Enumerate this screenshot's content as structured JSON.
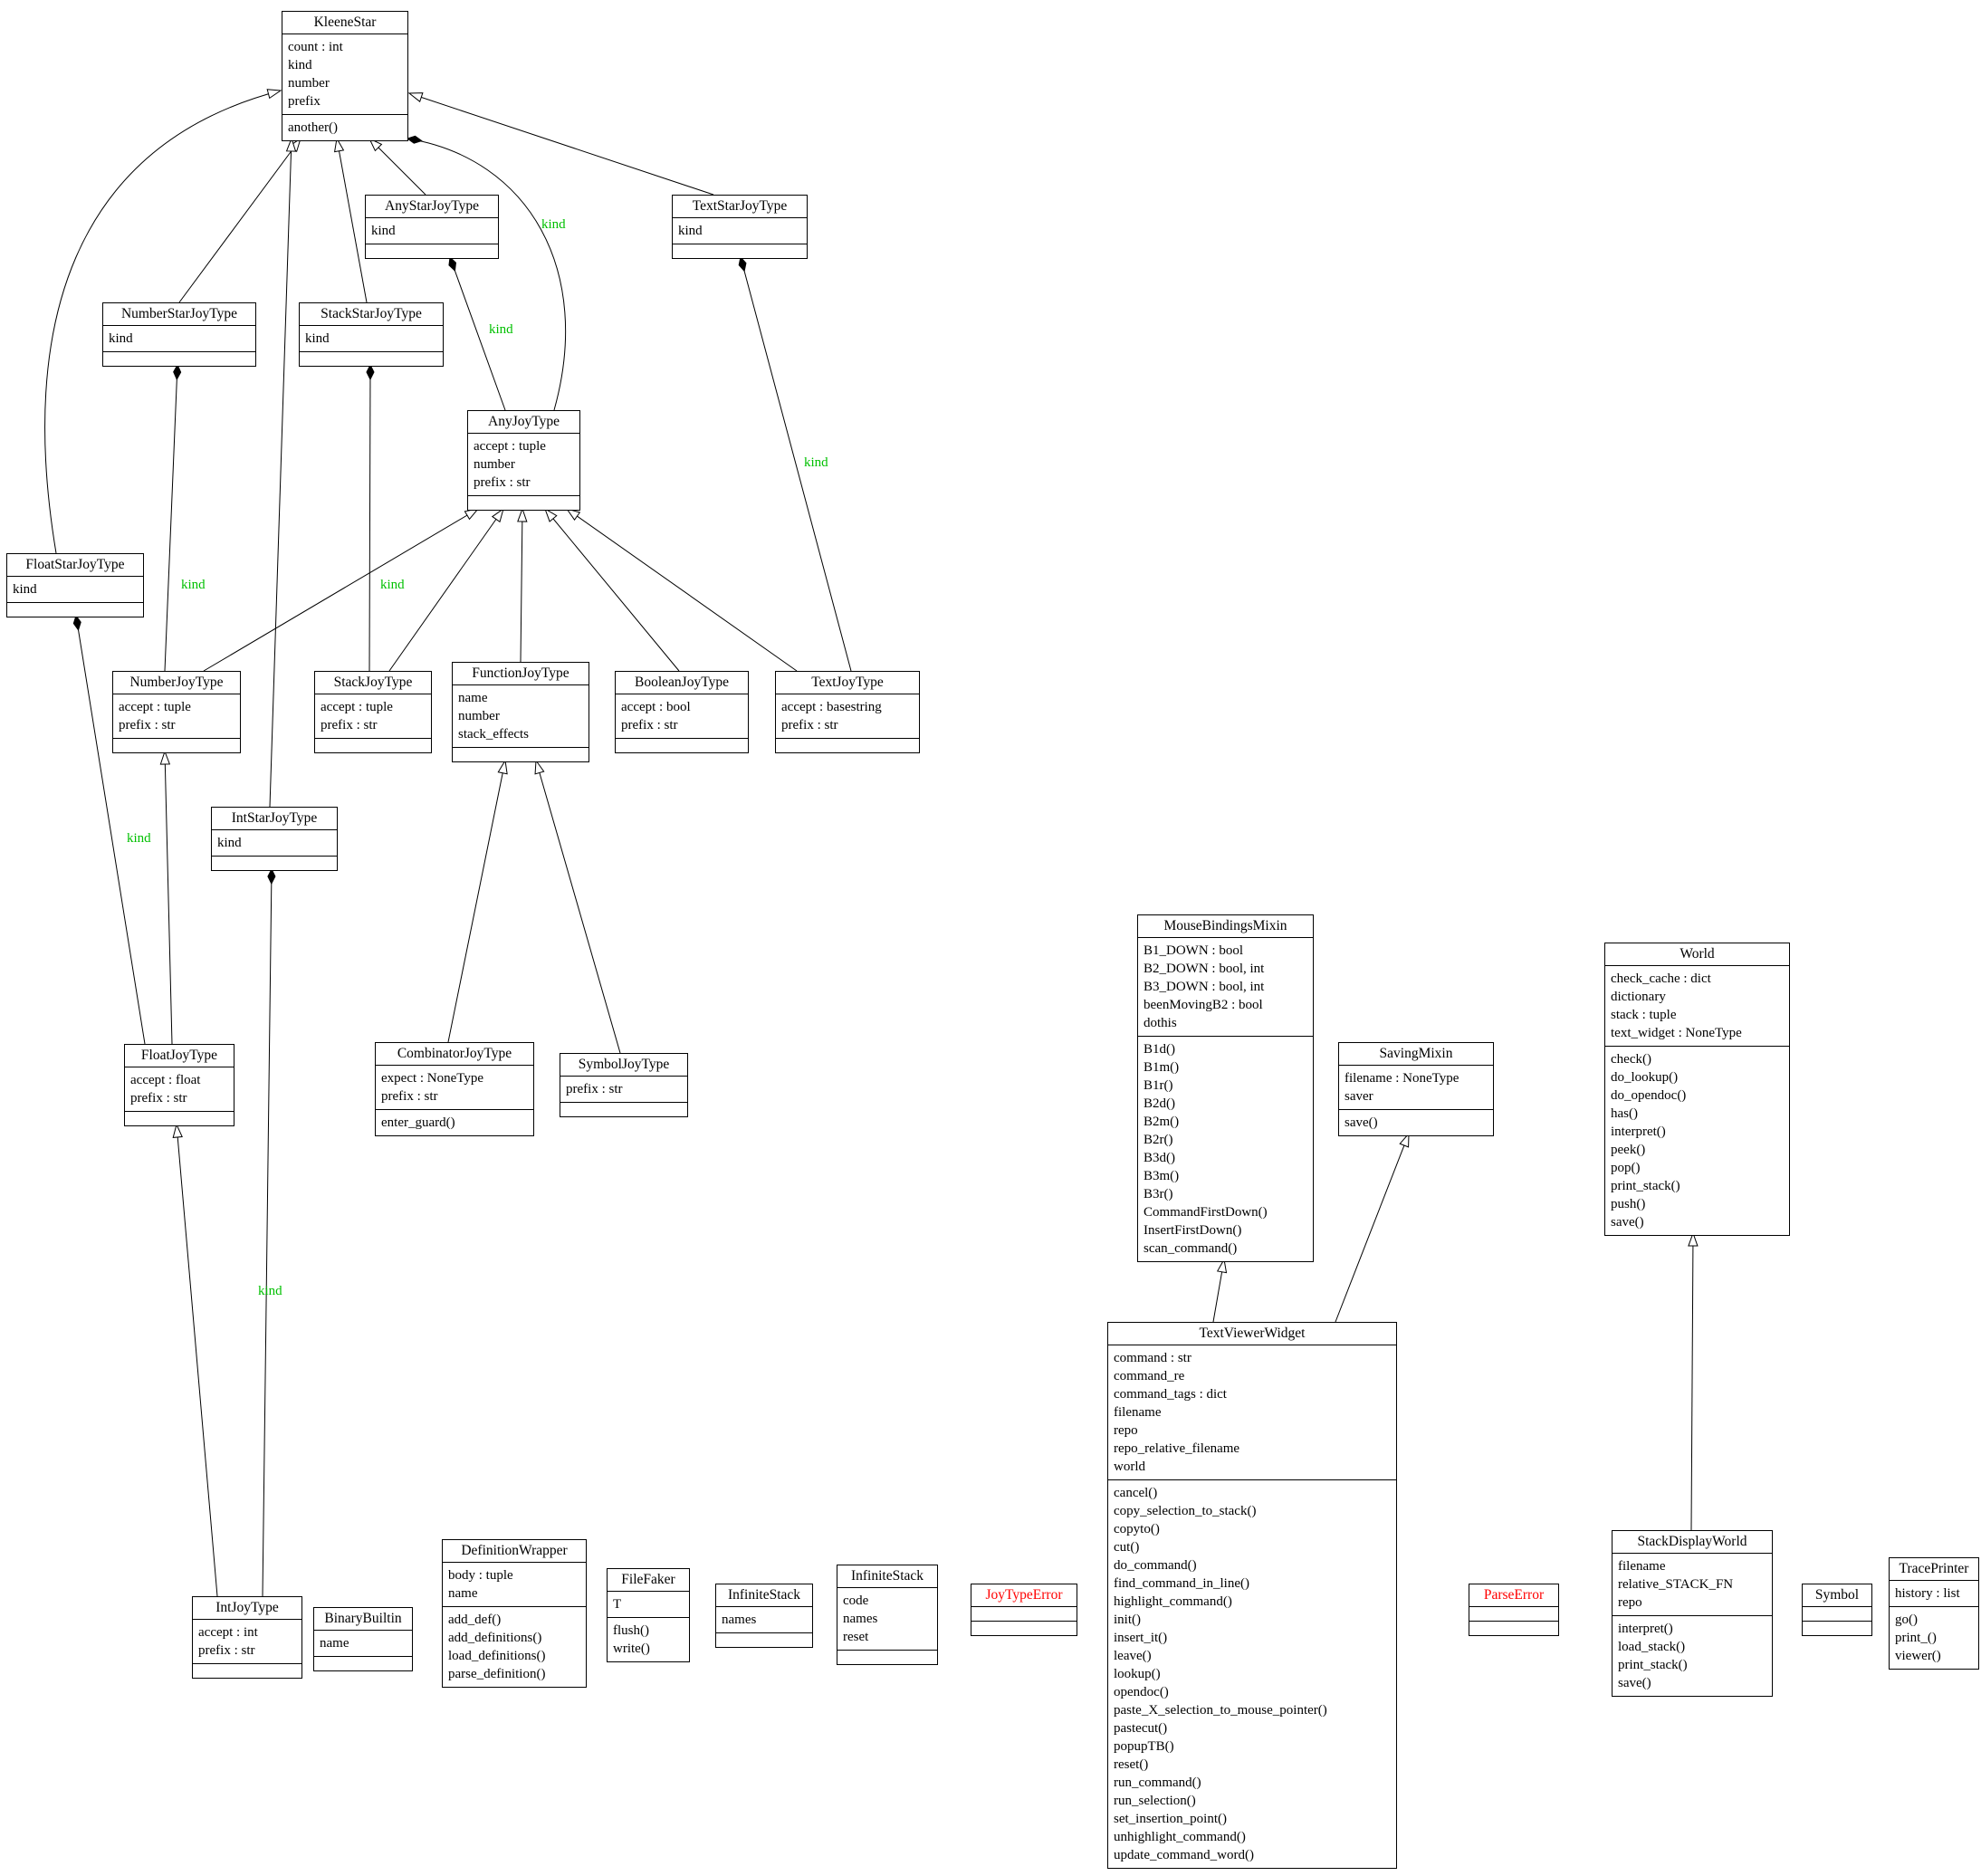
{
  "diagram": {
    "kind_label_color": "#00c000",
    "error_name_color": "#ff0000",
    "default_name_color": "#000000"
  },
  "classes": [
    {
      "id": "KleeneStar",
      "name": "KleeneStar",
      "name_color": "#000000",
      "attributes": [
        "count : int",
        "kind",
        "number",
        "prefix"
      ],
      "methods": [
        "another()"
      ]
    },
    {
      "id": "AnyStarJoyType",
      "name": "AnyStarJoyType",
      "name_color": "#000000",
      "attributes": [
        "kind"
      ],
      "methods": []
    },
    {
      "id": "TextStarJoyType",
      "name": "TextStarJoyType",
      "name_color": "#000000",
      "attributes": [
        "kind"
      ],
      "methods": []
    },
    {
      "id": "NumberStarJoyType",
      "name": "NumberStarJoyType",
      "name_color": "#000000",
      "attributes": [
        "kind"
      ],
      "methods": []
    },
    {
      "id": "StackStarJoyType",
      "name": "StackStarJoyType",
      "name_color": "#000000",
      "attributes": [
        "kind"
      ],
      "methods": []
    },
    {
      "id": "AnyJoyType",
      "name": "AnyJoyType",
      "name_color": "#000000",
      "attributes": [
        "accept : tuple",
        "number",
        "prefix : str"
      ],
      "methods": []
    },
    {
      "id": "FloatStarJoyType",
      "name": "FloatStarJoyType",
      "name_color": "#000000",
      "attributes": [
        "kind"
      ],
      "methods": []
    },
    {
      "id": "NumberJoyType",
      "name": "NumberJoyType",
      "name_color": "#000000",
      "attributes": [
        "accept : tuple",
        "prefix : str"
      ],
      "methods": []
    },
    {
      "id": "StackJoyType",
      "name": "StackJoyType",
      "name_color": "#000000",
      "attributes": [
        "accept : tuple",
        "prefix : str"
      ],
      "methods": []
    },
    {
      "id": "FunctionJoyType",
      "name": "FunctionJoyType",
      "name_color": "#000000",
      "attributes": [
        "name",
        "number",
        "stack_effects"
      ],
      "methods": []
    },
    {
      "id": "BooleanJoyType",
      "name": "BooleanJoyType",
      "name_color": "#000000",
      "attributes": [
        "accept : bool",
        "prefix : str"
      ],
      "methods": []
    },
    {
      "id": "TextJoyType",
      "name": "TextJoyType",
      "name_color": "#000000",
      "attributes": [
        "accept : basestring",
        "prefix : str"
      ],
      "methods": []
    },
    {
      "id": "IntStarJoyType",
      "name": "IntStarJoyType",
      "name_color": "#000000",
      "attributes": [
        "kind"
      ],
      "methods": []
    },
    {
      "id": "FloatJoyType",
      "name": "FloatJoyType",
      "name_color": "#000000",
      "attributes": [
        "accept : float",
        "prefix : str"
      ],
      "methods": []
    },
    {
      "id": "CombinatorJoyType",
      "name": "CombinatorJoyType",
      "name_color": "#000000",
      "attributes": [
        "expect : NoneType",
        "prefix : str"
      ],
      "methods": [
        "enter_guard()"
      ]
    },
    {
      "id": "SymbolJoyType",
      "name": "SymbolJoyType",
      "name_color": "#000000",
      "attributes": [
        "prefix : str"
      ],
      "methods": []
    },
    {
      "id": "MouseBindingsMixin",
      "name": "MouseBindingsMixin",
      "name_color": "#000000",
      "attributes": [
        "B1_DOWN : bool",
        "B2_DOWN : bool, int",
        "B3_DOWN : bool, int",
        "beenMovingB2 : bool",
        "dothis"
      ],
      "methods": [
        "B1d()",
        "B1m()",
        "B1r()",
        "B2d()",
        "B2m()",
        "B2r()",
        "B3d()",
        "B3m()",
        "B3r()",
        "CommandFirstDown()",
        "InsertFirstDown()",
        "scan_command()"
      ]
    },
    {
      "id": "SavingMixin",
      "name": "SavingMixin",
      "name_color": "#000000",
      "attributes": [
        "filename : NoneType",
        "saver"
      ],
      "methods": [
        "save()"
      ]
    },
    {
      "id": "World",
      "name": "World",
      "name_color": "#000000",
      "attributes": [
        "check_cache : dict",
        "dictionary",
        "stack : tuple",
        "text_widget : NoneType"
      ],
      "methods": [
        "check()",
        "do_lookup()",
        "do_opendoc()",
        "has()",
        "interpret()",
        "peek()",
        "pop()",
        "print_stack()",
        "push()",
        "save()"
      ]
    },
    {
      "id": "TextViewerWidget",
      "name": "TextViewerWidget",
      "name_color": "#000000",
      "attributes": [
        "command : str",
        "command_re",
        "command_tags : dict",
        "filename",
        "repo",
        "repo_relative_filename",
        "world"
      ],
      "methods": [
        "cancel()",
        "copy_selection_to_stack()",
        "copyto()",
        "cut()",
        "do_command()",
        "find_command_in_line()",
        "highlight_command()",
        "init()",
        "insert_it()",
        "leave()",
        "lookup()",
        "opendoc()",
        "paste_X_selection_to_mouse_pointer()",
        "pastecut()",
        "popupTB()",
        "reset()",
        "run_command()",
        "run_selection()",
        "set_insertion_point()",
        "unhighlight_command()",
        "update_command_word()"
      ]
    },
    {
      "id": "IntJoyType",
      "name": "IntJoyType",
      "name_color": "#000000",
      "attributes": [
        "accept : int",
        "prefix : str"
      ],
      "methods": []
    },
    {
      "id": "BinaryBuiltin",
      "name": "BinaryBuiltin",
      "name_color": "#000000",
      "attributes": [
        "name"
      ],
      "methods": []
    },
    {
      "id": "DefinitionWrapper",
      "name": "DefinitionWrapper",
      "name_color": "#000000",
      "attributes": [
        "body : tuple",
        "name"
      ],
      "methods": [
        "add_def()",
        "add_definitions()",
        "load_definitions()",
        "parse_definition()"
      ]
    },
    {
      "id": "FileFaker",
      "name": "FileFaker",
      "name_color": "#000000",
      "attributes": [
        "T"
      ],
      "methods": [
        "flush()",
        "write()"
      ]
    },
    {
      "id": "InfiniteStack1",
      "name": "InfiniteStack",
      "name_color": "#000000",
      "attributes": [
        "names"
      ],
      "methods": []
    },
    {
      "id": "InfiniteStack2",
      "name": "InfiniteStack",
      "name_color": "#000000",
      "attributes": [
        "code",
        "names",
        "reset"
      ],
      "methods": []
    },
    {
      "id": "JoyTypeError",
      "name": "JoyTypeError",
      "name_color": "#ff0000",
      "attributes": [],
      "methods": []
    },
    {
      "id": "ParseError",
      "name": "ParseError",
      "name_color": "#ff0000",
      "attributes": [],
      "methods": []
    },
    {
      "id": "StackDisplayWorld",
      "name": "StackDisplayWorld",
      "name_color": "#000000",
      "attributes": [
        "filename",
        "relative_STACK_FN",
        "repo"
      ],
      "methods": [
        "interpret()",
        "load_stack()",
        "print_stack()",
        "save()"
      ]
    },
    {
      "id": "Symbol",
      "name": "Symbol",
      "name_color": "#000000",
      "attributes": [],
      "methods": []
    },
    {
      "id": "TracePrinter",
      "name": "TracePrinter",
      "name_color": "#000000",
      "attributes": [
        "history : list"
      ],
      "methods": [
        "go()",
        "print_()",
        "viewer()"
      ]
    }
  ],
  "edges": [
    {
      "id": "inh_anystar_kleene",
      "from": "AnyStarJoyType",
      "to": "KleeneStar",
      "type": "inheritance",
      "label": ""
    },
    {
      "id": "inh_numberstar_kleene",
      "from": "NumberStarJoyType",
      "to": "KleeneStar",
      "type": "inheritance",
      "label": ""
    },
    {
      "id": "inh_stackstar_kleene",
      "from": "StackStarJoyType",
      "to": "KleeneStar",
      "type": "inheritance",
      "label": ""
    },
    {
      "id": "inh_textstar_kleene",
      "from": "TextStarJoyType",
      "to": "KleeneStar",
      "type": "inheritance",
      "label": ""
    },
    {
      "id": "inh_floatstar_kleene",
      "from": "FloatStarJoyType",
      "to": "KleeneStar",
      "type": "inheritance",
      "label": ""
    },
    {
      "id": "inh_intstar_kleene",
      "from": "IntStarJoyType",
      "to": "KleeneStar",
      "type": "inheritance",
      "label": ""
    },
    {
      "id": "inh_number_any",
      "from": "NumberJoyType",
      "to": "AnyJoyType",
      "type": "inheritance",
      "label": ""
    },
    {
      "id": "inh_stack_any",
      "from": "StackJoyType",
      "to": "AnyJoyType",
      "type": "inheritance",
      "label": ""
    },
    {
      "id": "inh_function_any",
      "from": "FunctionJoyType",
      "to": "AnyJoyType",
      "type": "inheritance",
      "label": ""
    },
    {
      "id": "inh_boolean_any",
      "from": "BooleanJoyType",
      "to": "AnyJoyType",
      "type": "inheritance",
      "label": ""
    },
    {
      "id": "inh_text_any",
      "from": "TextJoyType",
      "to": "AnyJoyType",
      "type": "inheritance",
      "label": ""
    },
    {
      "id": "inh_float_number",
      "from": "FloatJoyType",
      "to": "NumberJoyType",
      "type": "inheritance",
      "label": ""
    },
    {
      "id": "inh_int_float",
      "from": "IntJoyType",
      "to": "FloatJoyType",
      "type": "inheritance",
      "label": ""
    },
    {
      "id": "inh_combinator_function",
      "from": "CombinatorJoyType",
      "to": "FunctionJoyType",
      "type": "inheritance",
      "label": ""
    },
    {
      "id": "inh_symbol_function",
      "from": "SymbolJoyType",
      "to": "FunctionJoyType",
      "type": "inheritance",
      "label": ""
    },
    {
      "id": "inh_tvw_mouse",
      "from": "TextViewerWidget",
      "to": "MouseBindingsMixin",
      "type": "inheritance",
      "label": ""
    },
    {
      "id": "inh_tvw_saving",
      "from": "TextViewerWidget",
      "to": "SavingMixin",
      "type": "inheritance",
      "label": ""
    },
    {
      "id": "inh_sdw_world",
      "from": "StackDisplayWorld",
      "to": "World",
      "type": "inheritance",
      "label": ""
    },
    {
      "id": "comp_kleene_any",
      "from": "AnyJoyType",
      "to": "KleeneStar",
      "type": "composition",
      "label": "kind"
    },
    {
      "id": "comp_anystar_any",
      "from": "AnyJoyType",
      "to": "AnyStarJoyType",
      "type": "composition",
      "label": "kind"
    },
    {
      "id": "comp_numberstar_number",
      "from": "NumberJoyType",
      "to": "NumberStarJoyType",
      "type": "composition",
      "label": "kind"
    },
    {
      "id": "comp_stackstar_stack",
      "from": "StackJoyType",
      "to": "StackStarJoyType",
      "type": "composition",
      "label": "kind"
    },
    {
      "id": "comp_textstar_text",
      "from": "TextJoyType",
      "to": "TextStarJoyType",
      "type": "composition",
      "label": "kind"
    },
    {
      "id": "comp_floatstar_float",
      "from": "FloatJoyType",
      "to": "FloatStarJoyType",
      "type": "composition",
      "label": "kind"
    },
    {
      "id": "comp_intstar_int",
      "from": "IntJoyType",
      "to": "IntStarJoyType",
      "type": "composition",
      "label": "kind"
    }
  ]
}
